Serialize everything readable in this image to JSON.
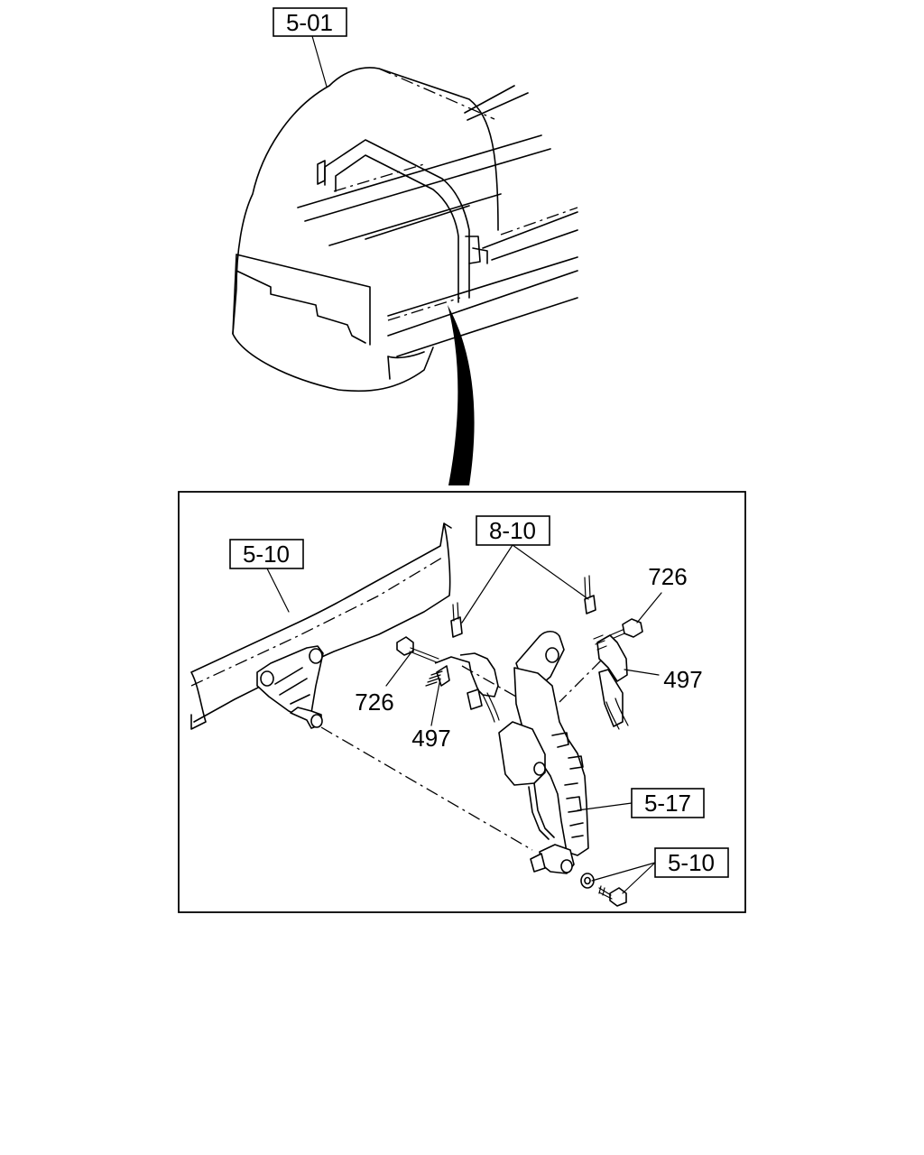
{
  "overview": {
    "ref_label": "5-01"
  },
  "detail": {
    "labels": {
      "frame_ref": "5-10",
      "sensor_ref": "8-10",
      "bolt_upper_right": "726",
      "clip_right": "497",
      "bolt_left": "726",
      "clip_left": "497",
      "bracket_ref": "5-17",
      "bolt_lower_ref": "5-10"
    }
  }
}
